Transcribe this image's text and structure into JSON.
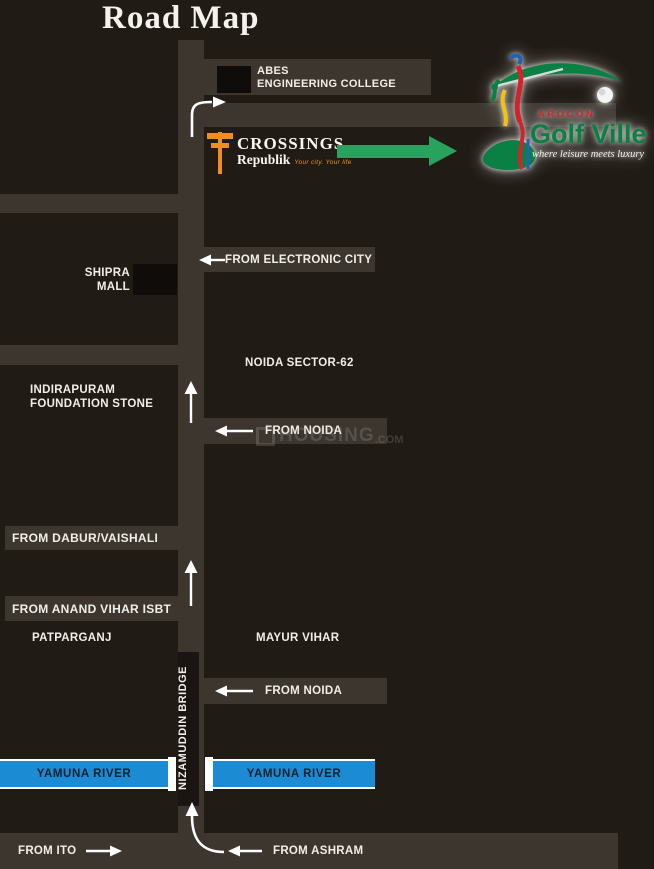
{
  "page": {
    "title": "Road Map"
  },
  "watermark": {
    "text": "HOUSING",
    "suffix": ".COM"
  },
  "colors": {
    "background": "#211b15",
    "road_gray": "#3c362f",
    "river_blue": "#1b8bd4",
    "river_text": "#13202c",
    "green_arrow": "#27a35f",
    "golf_green": "#0b8045",
    "arocon_red": "#d2232a",
    "crossings_orange": "#ef8f1c",
    "label_white": "#f1eee9"
  },
  "logos": {
    "crossings": {
      "name": "CROSSINGS",
      "sub": "Republik",
      "tagline": "Your city. Your life"
    },
    "golf_ville": {
      "brand": "AROCON",
      "name": "Golf Ville",
      "tagline": "where leisure meets luxury"
    }
  },
  "landmarks": {
    "abes_line1": "ABES",
    "abes_line2": "ENGINEERING COLLEGE",
    "shipra_line1": "SHIPRA",
    "shipra_line2": "MALL",
    "noida_sector": "NOIDA SECTOR-62",
    "indirapuram_line1": "INDIRAPURAM",
    "indirapuram_line2": "FOUNDATION STONE",
    "patparganj": "PATPARGANJ",
    "mayur_vihar": "MAYUR VIHAR",
    "nizamuddin_bridge": "NIZAMUDDIN BRIDGE",
    "yamuna_river_left": "YAMUNA RIVER",
    "yamuna_river_right": "YAMUNA RIVER"
  },
  "routes": {
    "from_electronic_city": "FROM ELECTRONIC CITY",
    "from_noida_upper": "FROM NOIDA",
    "from_dabur_vaishali": "FROM DABUR/VAISHALI",
    "from_anand_vihar": "FROM ANAND VIHAR ISBT",
    "from_noida_lower": "FROM NOIDA",
    "from_ito": "FROM ITO",
    "from_ashram": "FROM ASHRAM"
  }
}
